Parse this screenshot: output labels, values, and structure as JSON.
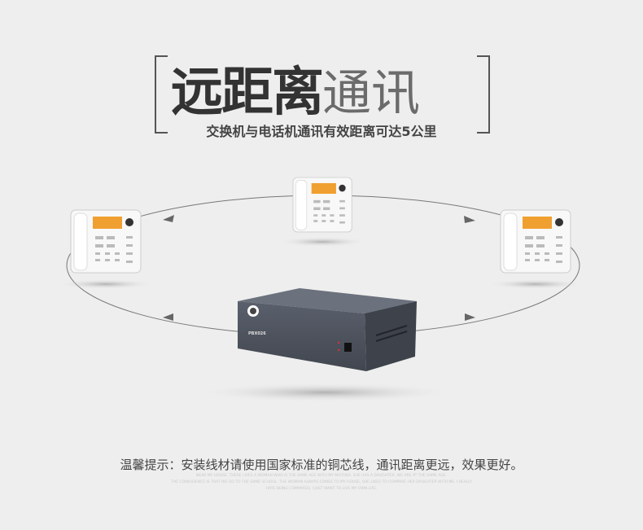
{
  "headline": {
    "bold": "远距离",
    "light": "通讯"
  },
  "subtitle": "交换机与电话机通讯有效距离可达5公里",
  "device": {
    "model_label": "PBX026"
  },
  "tip": "温馨提示：安装线材请使用国家标准的铜芯线，通讯距离更远，效果更好。",
  "filler_text": [
    "NEAR MY HOUSE, THERE LIVES A WOMAN WHO IS THE SAME AGE WITH MY MOTHER. SHE HAS A DAUGHTER, WE ARE AT THE SAME AGE.",
    "THE COINCIDENCE IS THAT WE GO TO THE SAME SCHOOL. THE WOMAN ALWAYS COMES TO MY HOUSE, SHE LIKES TO COMPARE HER DAUGHTER WITH ME. I REALLY",
    "HATE BEING COMPARED, I JUST WANT TO LIVE MY OWN LIFE."
  ],
  "colors": {
    "background": "#eeeeee",
    "text": "#444444",
    "device": "#4a505c"
  }
}
